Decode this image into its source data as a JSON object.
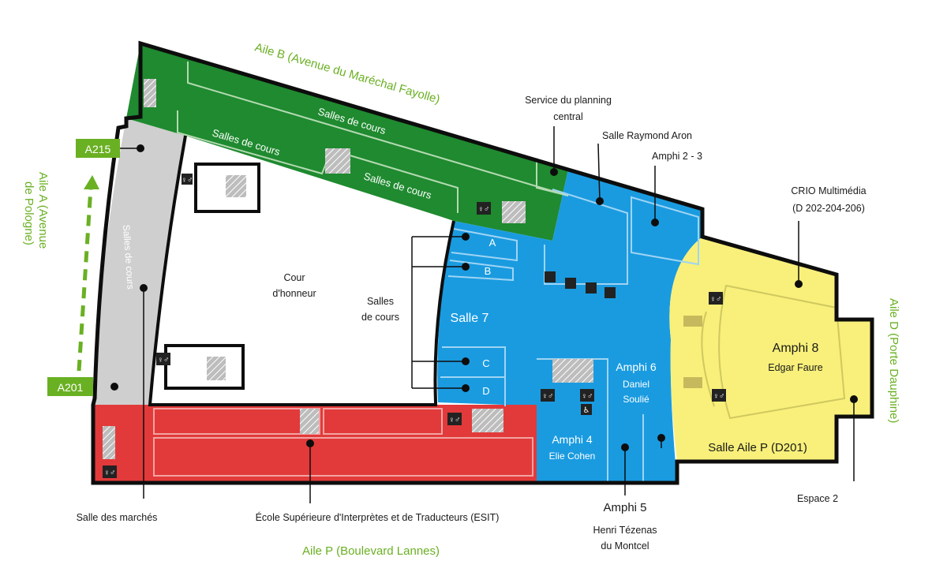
{
  "colors": {
    "aile_b": "#1f8a2f",
    "aile_a": "#cfcfcf",
    "aile_p": "#e23a3a",
    "blue": "#1a9be0",
    "yellow": "#f8f07a",
    "outline": "#0d0d0d",
    "label_green": "#6ab023"
  },
  "wings": {
    "aile_b": "Aile B (Avenue du Maréchal Fayolle)",
    "aile_a_1": "Aile A (Avenue",
    "aile_a_2": "de Pologne)",
    "aile_d": "Aile D (Porte Dauphine)",
    "aile_p": "Aile P (Boulevard Lannes)"
  },
  "tags": {
    "a215": "A215",
    "a201": "A201"
  },
  "rooms": {
    "salles_de_cours": "Salles de cours",
    "cour_1": "Cour",
    "cour_2": "d'honneur",
    "salles_1": "Salles",
    "salles_2": "de cours",
    "a": "A",
    "b": "B",
    "salle7": "Salle 7",
    "c": "C",
    "d": "D",
    "amphi6_1": "Amphi 6",
    "amphi6_2": "Daniel",
    "amphi6_3": "Soulié",
    "amphi4_1": "Amphi 4",
    "amphi4_2": "Elie Cohen",
    "amphi8_1": "Amphi 8",
    "amphi8_2": "Edgar Faure",
    "salle_aile_p": "Salle Aile P (D201)"
  },
  "callouts": {
    "service_1": "Service du planning",
    "service_2": "central",
    "raymond_aron": "Salle Raymond Aron",
    "amphi23": "Amphi 2 - 3",
    "crio_1": "CRIO Multimédia",
    "crio_2": "(D 202-204-206)",
    "espace2": "Espace 2",
    "marches": "Salle des marchés",
    "esit": "École Supérieure d'Interprètes et de Traducteurs (ESIT)",
    "amphi5_1": "Amphi 5",
    "amphi5_2": "Henri Tézenas",
    "amphi5_3": "du Montcel"
  },
  "icons": [
    "restroom-icon",
    "wheelchair-icon",
    "stairs-icon",
    "elevator-icon",
    "arrow-up-icon"
  ]
}
